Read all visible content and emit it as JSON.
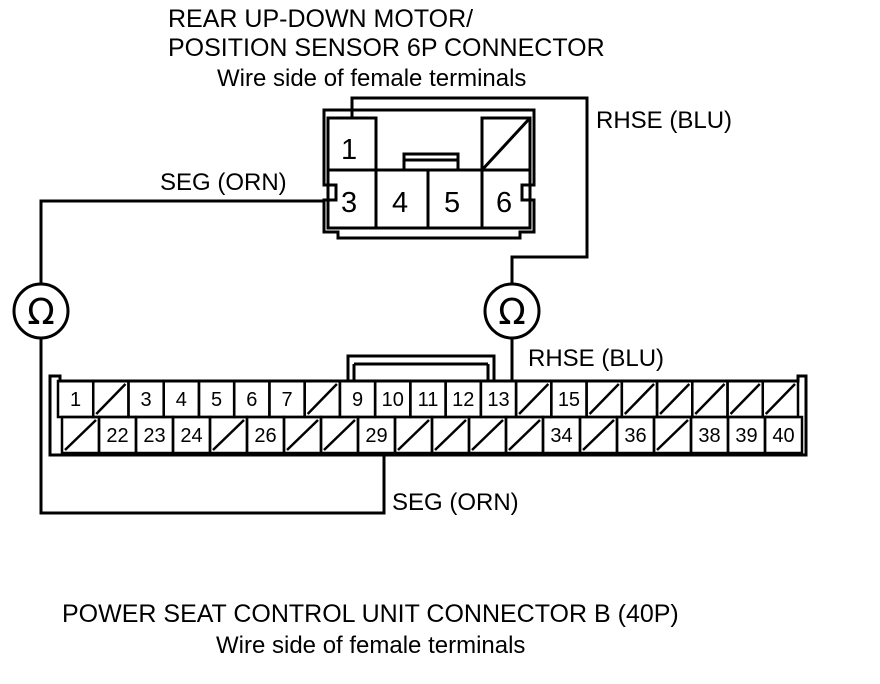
{
  "top_connector": {
    "title_line1": "REAR UP-DOWN MOTOR/",
    "title_line2": "POSITION SENSOR 6P CONNECTOR",
    "subtitle": "Wire side of female terminals",
    "cavities": [
      {
        "label": "1",
        "blank": false
      },
      {
        "label": "",
        "blank": true
      },
      {
        "label": "3",
        "blank": false
      },
      {
        "label": "4",
        "blank": false
      },
      {
        "label": "5",
        "blank": false
      },
      {
        "label": "6",
        "blank": false
      }
    ]
  },
  "bottom_connector": {
    "title": "POWER SEAT CONTROL UNIT CONNECTOR B (40P)",
    "subtitle": "Wire side of female terminals",
    "top_row": [
      "1",
      "",
      "3",
      "4",
      "5",
      "6",
      "7",
      "",
      "9",
      "10",
      "11",
      "12",
      "13",
      "",
      "15",
      "",
      "",
      "",
      "",
      "",
      ""
    ],
    "bottom_row": [
      "",
      "22",
      "23",
      "24",
      "",
      "26",
      "",
      "",
      "29",
      "",
      "",
      "",
      "",
      "34",
      "",
      "36",
      "",
      "38",
      "39",
      "40"
    ]
  },
  "wires": {
    "rhse_top_label": "RHSE (BLU)",
    "rhse_bottom_label": "RHSE (BLU)",
    "seg_top_label": "SEG (ORN)",
    "seg_bottom_label": "SEG (ORN)"
  },
  "meters": [
    {
      "symbol": "Ω",
      "icon": "ohmmeter-icon"
    },
    {
      "symbol": "Ω",
      "icon": "ohmmeter-icon"
    }
  ]
}
